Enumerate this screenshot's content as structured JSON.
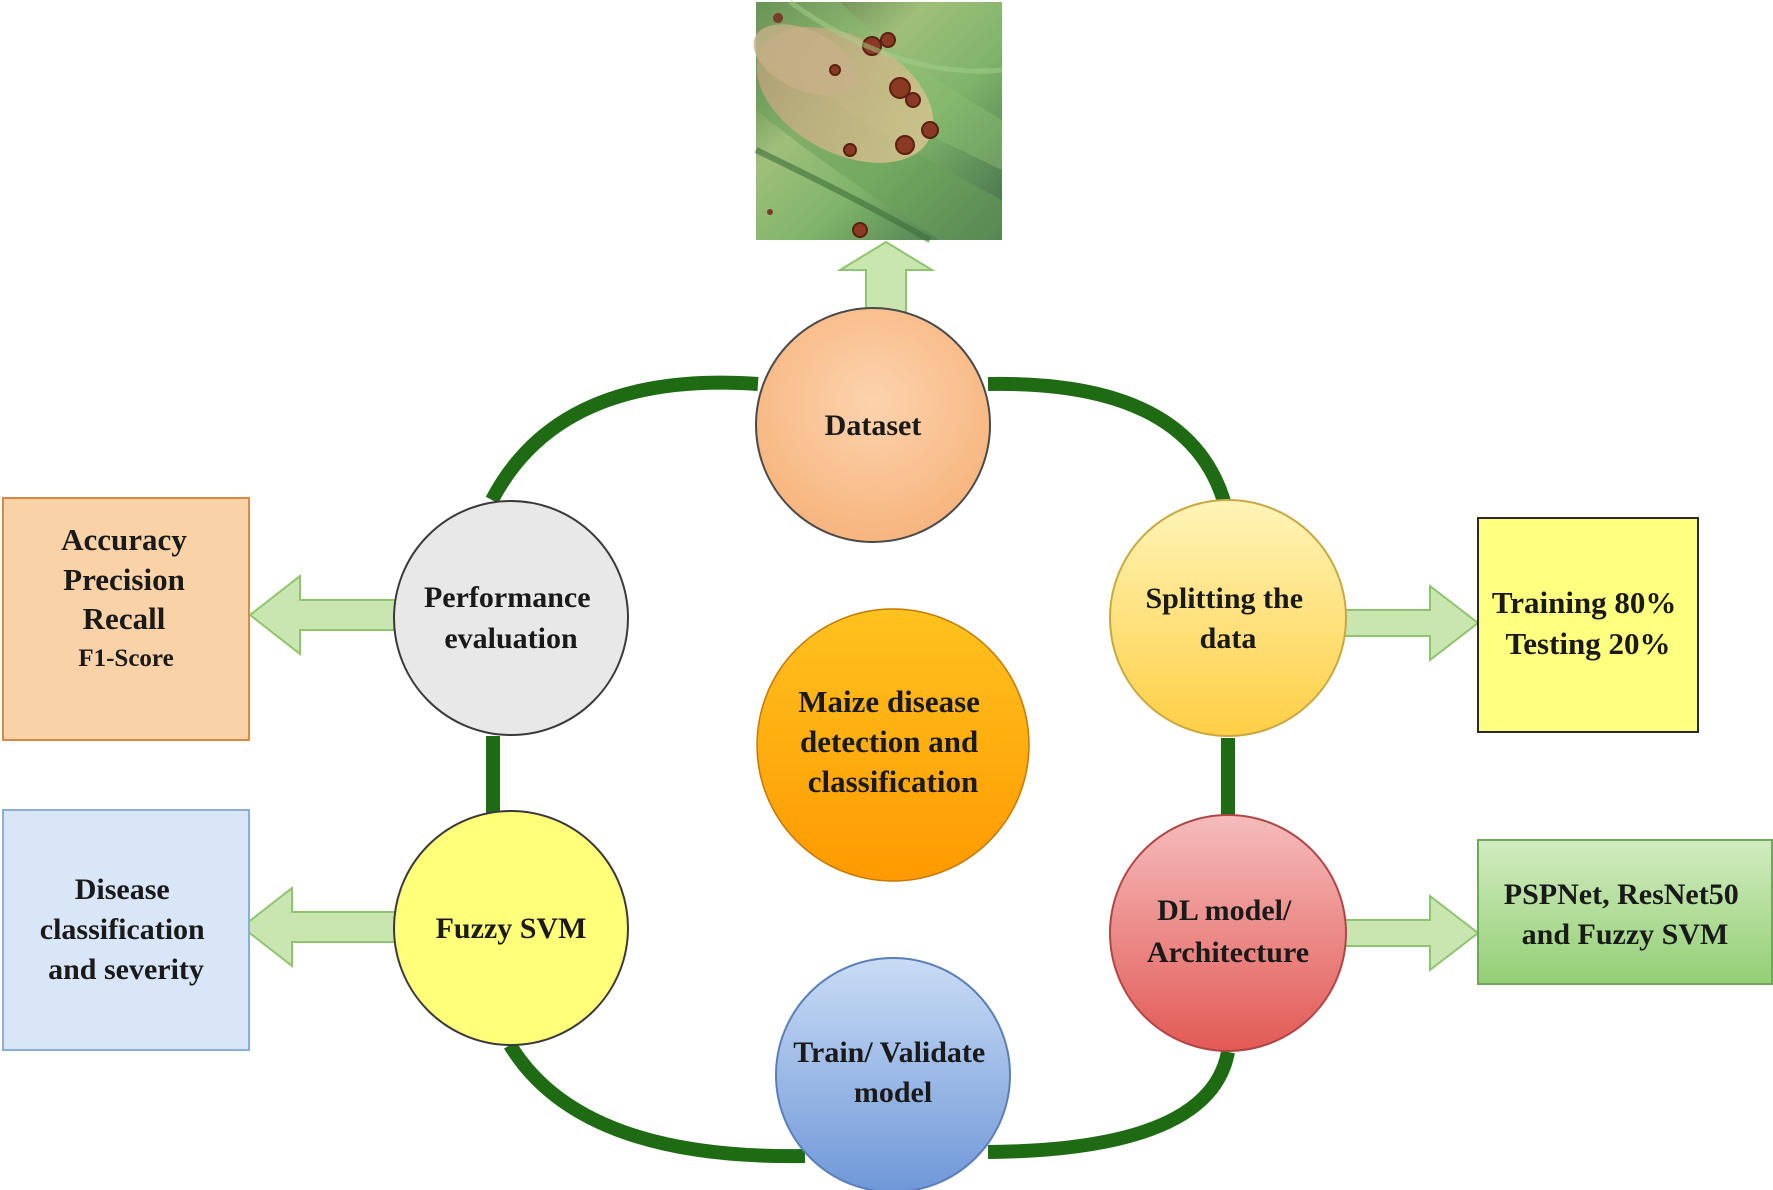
{
  "center": {
    "lines": [
      "Maize disease",
      "detection and",
      "classification"
    ]
  },
  "nodes": {
    "dataset": {
      "lines": [
        "Dataset"
      ]
    },
    "splitting": {
      "lines": [
        "Splitting the",
        "data"
      ]
    },
    "dl_model": {
      "lines": [
        "DL model/",
        "Architecture"
      ]
    },
    "train": {
      "lines": [
        "Train/ Validate",
        "model"
      ]
    },
    "fuzzy": {
      "lines": [
        "Fuzzy SVM"
      ]
    },
    "performance": {
      "lines": [
        "Performance",
        "evaluation"
      ]
    }
  },
  "boxes": {
    "split_result": {
      "lines": [
        "Training 80%",
        "Testing 20%"
      ]
    },
    "models": {
      "lines": [
        "PSPNet, ResNet50",
        "and Fuzzy SVM"
      ]
    },
    "metrics": {
      "lines": [
        "Accuracy",
        "Precision",
        "Recall",
        "F1-Score"
      ]
    },
    "classification": {
      "lines": [
        "Disease",
        "classification",
        "and severity"
      ]
    }
  },
  "image": {
    "subject": "maize leaf with rust disease pustules"
  },
  "colors": {
    "ring": "#1f6b14",
    "arrow_fill": "#c9e6b0",
    "arrow_stroke": "#8fc46f",
    "dataset": "#f9c08f",
    "splitting": "#ffe27a",
    "dl_model": "#ea7a76",
    "train": "#87abe0",
    "fuzzy": "#ffff7a",
    "performance": "#e8e8e8",
    "center": "#ffa500"
  }
}
